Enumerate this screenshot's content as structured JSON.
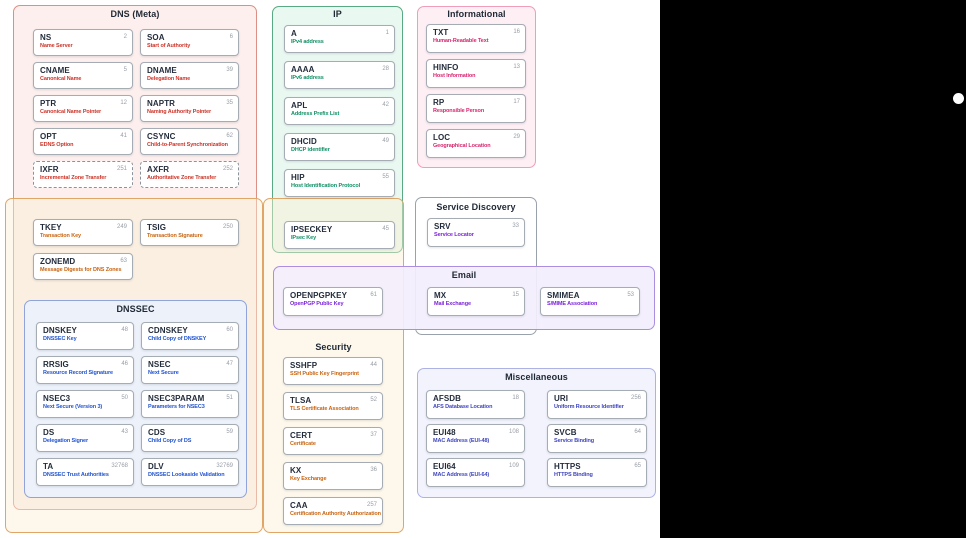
{
  "titles": {
    "dns_meta": "DNS (Meta)",
    "ip": "IP",
    "informational": "Informational",
    "service_discovery": "Service Discovery",
    "email": "Email",
    "security": "Security",
    "dnssec": "DNSSEC",
    "miscellaneous": "Miscellaneous"
  },
  "accents": {
    "red": "#cc3328",
    "orange": "#c96410",
    "green": "#0e8f63",
    "pink": "#d6246e",
    "purple": "#7c22d9",
    "blue": "#2153cf",
    "indigo": "#3e45bd"
  },
  "groups": {
    "dns_meta": {
      "accent": "#cc3328",
      "cards": [
        {
          "name": "NS",
          "num": "2",
          "desc": "Name Server"
        },
        {
          "name": "SOA",
          "num": "6",
          "desc": "Start of Authority"
        },
        {
          "name": "CNAME",
          "num": "5",
          "desc": "Canonical Name"
        },
        {
          "name": "DNAME",
          "num": "39",
          "desc": "Delegation Name"
        },
        {
          "name": "PTR",
          "num": "12",
          "desc": "Canonical Name Pointer"
        },
        {
          "name": "NAPTR",
          "num": "35",
          "desc": "Naming Authority Pointer"
        },
        {
          "name": "OPT",
          "num": "41",
          "desc": "EDNS Option"
        },
        {
          "name": "CSYNC",
          "num": "62",
          "desc": "Child-to-Parent Synchronization"
        },
        {
          "name": "IXFR",
          "num": "251",
          "desc": "Incremental Zone Transfer",
          "dashed": true
        },
        {
          "name": "AXFR",
          "num": "252",
          "desc": "Authoritative Zone Transfer",
          "dashed": true
        }
      ]
    },
    "meta_security": {
      "accent": "#c96410",
      "cards": [
        {
          "name": "TKEY",
          "num": "249",
          "desc": "Transaction Key"
        },
        {
          "name": "TSIG",
          "num": "250",
          "desc": "Transaction Signature"
        },
        {
          "name": "ZONEMD",
          "num": "63",
          "desc": "Message Digests for DNS Zones"
        }
      ]
    },
    "ip": {
      "accent": "#0e8f63",
      "cards": [
        {
          "name": "A",
          "num": "1",
          "desc": "IPv4 address"
        },
        {
          "name": "AAAA",
          "num": "28",
          "desc": "IPv6 address"
        },
        {
          "name": "APL",
          "num": "42",
          "desc": "Address Prefix List"
        },
        {
          "name": "DHCID",
          "num": "49",
          "desc": "DHCP identifier"
        },
        {
          "name": "HIP",
          "num": "55",
          "desc": "Host Identification Protocol"
        }
      ]
    },
    "ip_security": {
      "accent": "#0e8f63",
      "cards": [
        {
          "name": "IPSECKEY",
          "num": "45",
          "desc": "IPsec Key"
        }
      ]
    },
    "security": {
      "accent": "#c96410",
      "cards": [
        {
          "name": "SSHFP",
          "num": "44",
          "desc": "SSH Public Key Fingerprint"
        },
        {
          "name": "TLSA",
          "num": "52",
          "desc": "TLS Certificate Association"
        },
        {
          "name": "CERT",
          "num": "37",
          "desc": "Certificate"
        },
        {
          "name": "KX",
          "num": "36",
          "desc": "Key Exchange"
        },
        {
          "name": "CAA",
          "num": "257",
          "desc": "Certification Authority Authorization"
        }
      ]
    },
    "email_security": {
      "accent": "#7c22d9",
      "cards": [
        {
          "name": "OPENPGPKEY",
          "num": "61",
          "desc": "OpenPGP Public Key"
        }
      ]
    },
    "informational": {
      "accent": "#d6246e",
      "cards": [
        {
          "name": "TXT",
          "num": "16",
          "desc": "Human-Readable Text"
        },
        {
          "name": "HINFO",
          "num": "13",
          "desc": "Host Information"
        },
        {
          "name": "RP",
          "num": "17",
          "desc": "Responsible Person"
        },
        {
          "name": "LOC",
          "num": "29",
          "desc": "Geographical Location"
        }
      ]
    },
    "service_discovery": {
      "accent": "#7c22d9",
      "cards": [
        {
          "name": "SRV",
          "num": "33",
          "desc": "Service Locator"
        }
      ]
    },
    "email_mx": {
      "accent": "#7c22d9",
      "cards": [
        {
          "name": "MX",
          "num": "15",
          "desc": "Mail Exchange"
        }
      ]
    },
    "email_smimea": {
      "accent": "#7c22d9",
      "cards": [
        {
          "name": "SMIMEA",
          "num": "53",
          "desc": "S/MIME Association"
        }
      ]
    },
    "dnssec": {
      "accent": "#2153cf",
      "cards": [
        {
          "name": "DNSKEY",
          "num": "48",
          "desc": "DNSSEC Key"
        },
        {
          "name": "CDNSKEY",
          "num": "60",
          "desc": "Child Copy of DNSKEY"
        },
        {
          "name": "RRSIG",
          "num": "46",
          "desc": "Resource Record Signature"
        },
        {
          "name": "NSEC",
          "num": "47",
          "desc": "Next Secure"
        },
        {
          "name": "NSEC3",
          "num": "50",
          "desc": "Next Secure (Version 3)"
        },
        {
          "name": "NSEC3PARAM",
          "num": "51",
          "desc": "Parameters for NSEC3"
        },
        {
          "name": "DS",
          "num": "43",
          "desc": "Delegation Signer"
        },
        {
          "name": "CDS",
          "num": "59",
          "desc": "Child Copy of DS"
        },
        {
          "name": "TA",
          "num": "32768",
          "desc": "DNSSEC Trust Authorities"
        },
        {
          "name": "DLV",
          "num": "32769",
          "desc": "DNSSEC Lookaside Validation"
        }
      ]
    },
    "miscellaneous": {
      "accent": "#3e45bd",
      "cards": [
        {
          "name": "AFSDB",
          "num": "18",
          "desc": "AFS Database Location"
        },
        {
          "name": "URI",
          "num": "256",
          "desc": "Uniform Resource Identifier"
        },
        {
          "name": "EUI48",
          "num": "108",
          "desc": "MAC Address (EUI-48)"
        },
        {
          "name": "SVCB",
          "num": "64",
          "desc": "Service Binding"
        },
        {
          "name": "EUI64",
          "num": "109",
          "desc": "MAC Address (EUI-64)"
        },
        {
          "name": "HTTPS",
          "num": "65",
          "desc": "HTTPS Binding"
        }
      ]
    }
  }
}
